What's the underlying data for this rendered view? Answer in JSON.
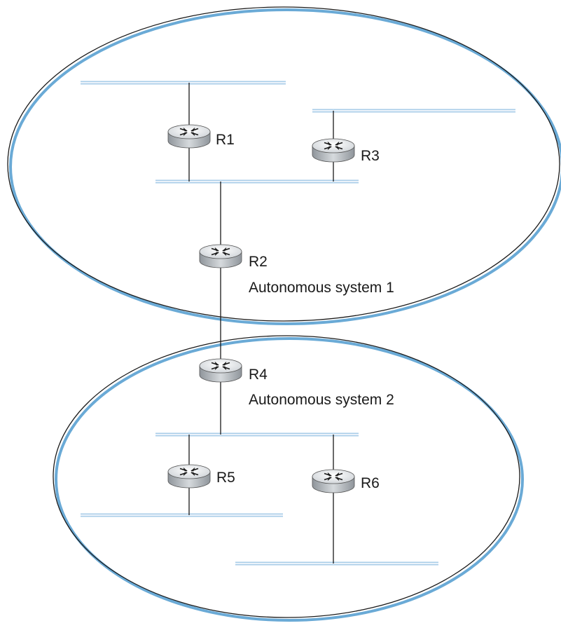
{
  "routers": [
    {
      "id": "r1",
      "label": "R1"
    },
    {
      "id": "r2",
      "label": "R2"
    },
    {
      "id": "r3",
      "label": "R3"
    },
    {
      "id": "r4",
      "label": "R4"
    },
    {
      "id": "r5",
      "label": "R5"
    },
    {
      "id": "r6",
      "label": "R6"
    }
  ],
  "autonomous_systems": [
    {
      "id": "as1",
      "label": "Autonomous system 1"
    },
    {
      "id": "as2",
      "label": "Autonomous system 2"
    }
  ],
  "colors": {
    "lan": "#a9cde8",
    "ellipse_shadow": "#6aaad6",
    "router_top": "#eceff1",
    "router_side": "#a3a8ad"
  }
}
